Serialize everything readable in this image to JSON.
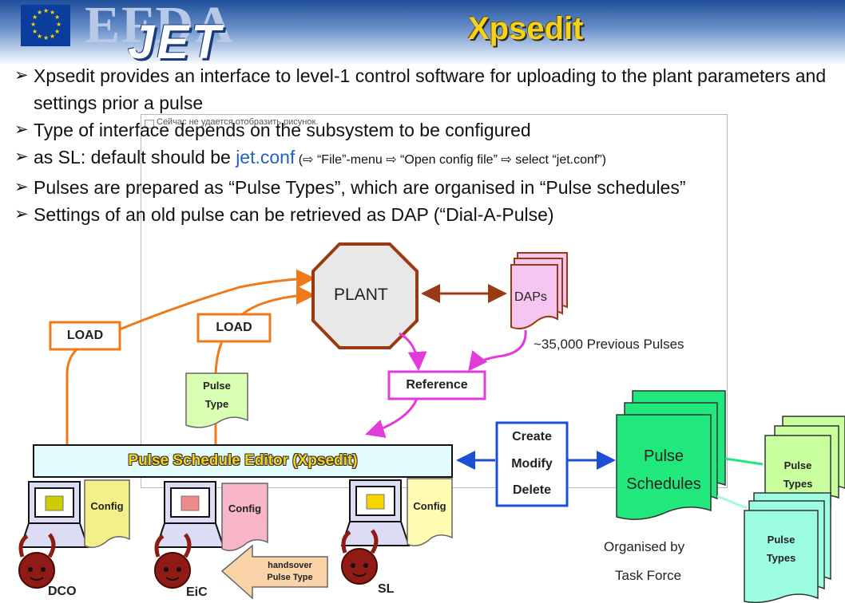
{
  "header": {
    "title": "Xpsedit",
    "logo_efda": "EFDA",
    "logo_jet": "JET"
  },
  "broken_image_text": "Сейчас не удается отобразить рисунок.",
  "bullets": [
    {
      "text": "Xpsedit provides an interface to level-1 control software for uploading to the plant parameters and settings prior a pulse"
    },
    {
      "text": "Type of interface depends on the subsystem to be configured"
    },
    {
      "prefix": "as SL: default should be ",
      "link": "jet.conf",
      "suffix": " (⇨ “File”-menu ⇨ “Open config file” ⇨ select “jet.conf”)"
    },
    {
      "text": "Pulses are prepared as “Pulse Types”, which are organised in “Pulse schedules”"
    },
    {
      "text": "Settings of an old pulse can be retrieved as DAP (“Dial-A-Pulse)"
    }
  ],
  "diagram": {
    "plant": "PLANT",
    "daps": "DAPs",
    "previous_pulses": "~35,000 Previous Pulses",
    "load_left": "LOAD",
    "load_mid": "LOAD",
    "reference": "Reference",
    "pulse_type_line1": "Pulse",
    "pulse_type_line2": "Type",
    "editor": "Pulse Schedule Editor (Xpsedit)",
    "create": "Create",
    "modify": "Modify",
    "delete": "Delete",
    "schedules_line1": "Pulse",
    "schedules_line2": "Schedules",
    "types_upper_line1": "Pulse",
    "types_upper_line2": "Types",
    "types_lower_line1": "Pulse",
    "types_lower_line2": "Types",
    "organised_line1": "Organised by",
    "organised_line2": "Task Force",
    "config_dco": "Config",
    "config_eic": "Config",
    "config_sl": "Config",
    "role_dco": "DCO",
    "role_eic": "EiC",
    "role_sl": "SL",
    "handsover_line1": "handsover",
    "handsover_line2": "Pulse Type"
  },
  "colors": {
    "title_yellow": "#f7d21c",
    "load_orange": "#f07a1a",
    "plant_border": "#9a3a12",
    "daps_pink": "#f7c6f0",
    "reference_magenta": "#e23adb",
    "editor_fill": "#e3fbfd",
    "cmd_blue": "#1b4fd6",
    "schedules_green": "#21e87c",
    "types_lightgreen": "#c9ff9e",
    "types_mint": "#9dfde0",
    "pulse_type_green": "#d9ffb2",
    "config_yellow": "#f3f08a",
    "config_pink": "#f9b6c8",
    "config_lightyellow": "#fffbb0",
    "arrow_fill": "#fbd3a8"
  }
}
